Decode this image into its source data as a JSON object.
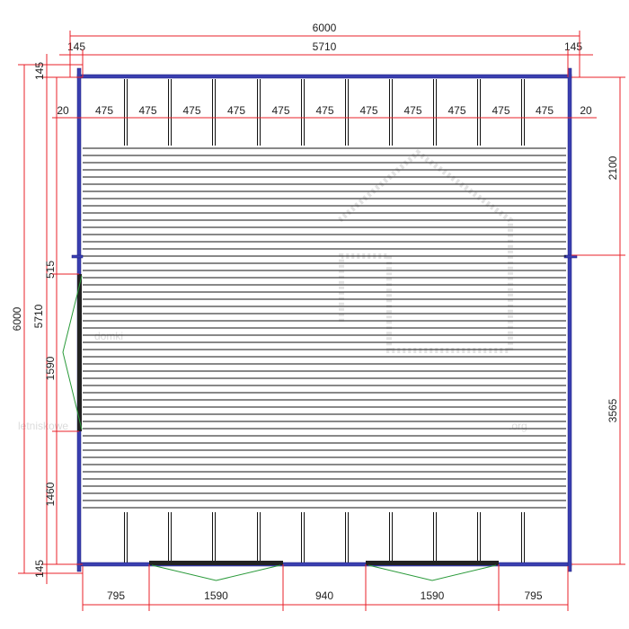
{
  "watermark": {
    "line1": "domki",
    "line2": "letniskowe",
    "suffix": ".org"
  },
  "dimensions": {
    "top_total": "6000",
    "top_inner": "5710",
    "top_left_offset": "145",
    "top_right_offset": "145",
    "bay_left_gap": "20",
    "bay_right_gap": "20",
    "bays": [
      "475",
      "475",
      "475",
      "475",
      "475",
      "475",
      "475",
      "475",
      "475",
      "475",
      "475"
    ],
    "left_total": "6000",
    "left_top_offset": "145",
    "left_inner": "5710",
    "left_segments": [
      "515",
      "1590",
      "1460"
    ],
    "left_bottom_offset": "145",
    "right_segments": [
      "2100",
      "3565"
    ],
    "bottom_segments": [
      "795",
      "1590",
      "940",
      "1590",
      "795"
    ]
  },
  "colors": {
    "dimension": "#e8202a",
    "wall": "#3a3fb0",
    "door_swing": "#2a9a3a"
  }
}
